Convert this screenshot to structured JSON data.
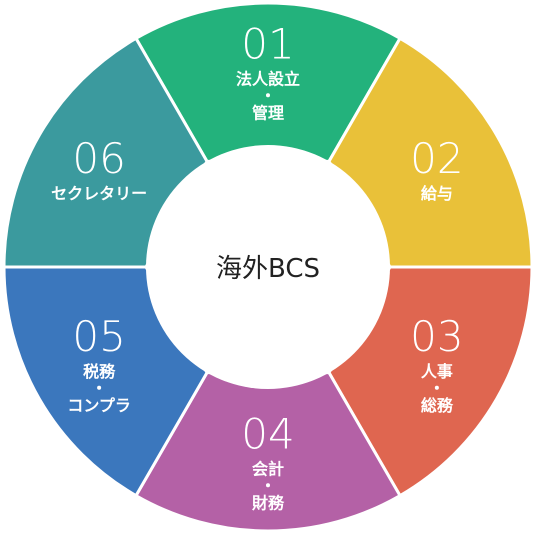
{
  "center": {
    "label": "海外BCS"
  },
  "segments": [
    {
      "number": "01",
      "label_lines": [
        "法人設立",
        "・",
        "管理"
      ],
      "color": "#23b27c"
    },
    {
      "number": "02",
      "label_lines": [
        "給与"
      ],
      "color": "#e9c139"
    },
    {
      "number": "03",
      "label_lines": [
        "人事",
        "・",
        "総務"
      ],
      "color": "#df6650"
    },
    {
      "number": "04",
      "label_lines": [
        "会計",
        "・",
        "財務"
      ],
      "color": "#b461a6"
    },
    {
      "number": "05",
      "label_lines": [
        "税務",
        "・",
        "コンプラ"
      ],
      "color": "#3b77bd"
    },
    {
      "number": "06",
      "label_lines": [
        "セクレタリー"
      ],
      "color": "#3b9a9e"
    }
  ]
}
